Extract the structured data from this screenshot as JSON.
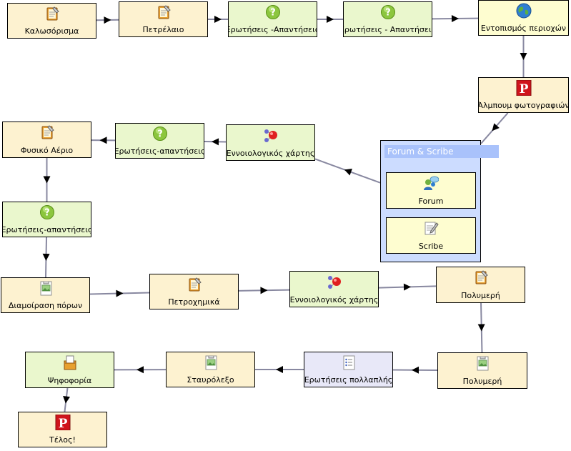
{
  "nodes": [
    {
      "id": "n1",
      "label": "Καλωσόρισμα",
      "icon": "notebook-icon"
    },
    {
      "id": "n2",
      "label": "Πετρέλαιο",
      "icon": "notebook-icon"
    },
    {
      "id": "n3",
      "label": "Ερωτήσεις -Απαντήσεις",
      "icon": "question-icon"
    },
    {
      "id": "n4",
      "label": "Ερωτήσεις - Απαντήσεις",
      "icon": "question-icon"
    },
    {
      "id": "n5",
      "label": "Εντοπισμός περιοχών",
      "icon": "globe-icon"
    },
    {
      "id": "n6",
      "label": "Άλμπουμ φωτογραφιών",
      "icon": "pixlr-icon"
    },
    {
      "id": "n7",
      "label": "Εννοιολογικός χάρτης",
      "icon": "molecule-icon"
    },
    {
      "id": "n8",
      "label": "Ερωτήσεις-απαντήσεις",
      "icon": "question-icon"
    },
    {
      "id": "n9",
      "label": "Φυσικό Αέριο",
      "icon": "notebook-icon"
    },
    {
      "id": "n10",
      "label": "Ερωτήσεις-απαντήσεις",
      "icon": "question-icon"
    },
    {
      "id": "n11",
      "label": "Διαμοίραση πόρων",
      "icon": "image-doc-icon"
    },
    {
      "id": "n12",
      "label": "Πετροχημικά",
      "icon": "notebook-icon"
    },
    {
      "id": "n13",
      "label": "Εννοιολογικός χάρτης",
      "icon": "molecule-icon"
    },
    {
      "id": "n14",
      "label": "Πολυμερή",
      "icon": "notebook-icon"
    },
    {
      "id": "n15",
      "label": "Πολυμερή",
      "icon": "image-doc-icon"
    },
    {
      "id": "n16",
      "label": "Ερωτήσεις πολλαπλής",
      "icon": "list-doc-icon"
    },
    {
      "id": "n17",
      "label": "Σταυρόλεξο",
      "icon": "image-doc-icon"
    },
    {
      "id": "n18",
      "label": "Ψηφοφορία",
      "icon": "ballot-icon"
    },
    {
      "id": "n19",
      "label": "Τέλος!",
      "icon": "pixlr-icon"
    }
  ],
  "group": {
    "title": "Forum & Scribe",
    "items": [
      {
        "label": "Forum",
        "icon": "forum-icon"
      },
      {
        "label": "Scribe",
        "icon": "scribe-icon"
      }
    ]
  },
  "edges": [
    [
      "n1",
      "n2"
    ],
    [
      "n2",
      "n3"
    ],
    [
      "n3",
      "n4"
    ],
    [
      "n4",
      "n5"
    ],
    [
      "n5",
      "n6"
    ],
    [
      "n6",
      "group"
    ],
    [
      "group",
      "n7"
    ],
    [
      "n7",
      "n8"
    ],
    [
      "n8",
      "n9"
    ],
    [
      "n9",
      "n10"
    ],
    [
      "n10",
      "n11"
    ],
    [
      "n11",
      "n12"
    ],
    [
      "n12",
      "n13"
    ],
    [
      "n13",
      "n14"
    ],
    [
      "n14",
      "n15"
    ],
    [
      "n15",
      "n16"
    ],
    [
      "n16",
      "n17"
    ],
    [
      "n17",
      "n18"
    ],
    [
      "n18",
      "n19"
    ]
  ],
  "colors": {
    "activity": "#fdf2d0",
    "assessment": "#eaf7cd",
    "tool": "#fefdd0",
    "mcq": "#e8e8f8",
    "group": "#ccdcff",
    "group_title": "#a9c2fb",
    "edge": "#8888a0"
  }
}
